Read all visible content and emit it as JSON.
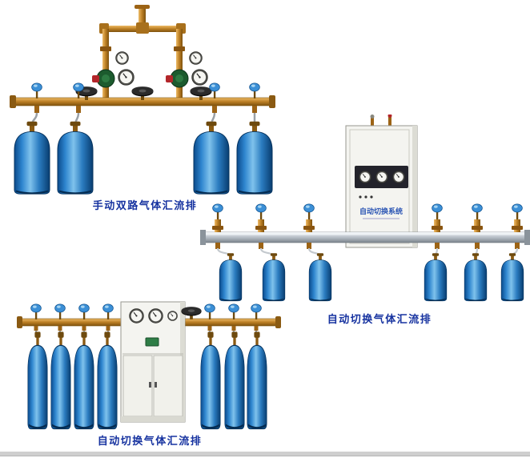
{
  "figures": [
    {
      "id": "manual-dual-manifold",
      "label": "手动双路气体汇流排"
    },
    {
      "id": "auto-switch-manifold-right",
      "label": "自动切换气体汇流排",
      "cabinet_text": "自动切换系统"
    },
    {
      "id": "auto-switch-manifold-bottom",
      "label": "自动切换气体汇流排"
    }
  ],
  "colors": {
    "label_text": "#1733a0",
    "cylinder_blue_dark": "#0a4a8c",
    "cylinder_blue_light": "#7fc2ec",
    "brass": "#bb7e24",
    "aluminum_bar": "#b6bec6",
    "cabinet_body": "#f4f4f0",
    "knob_blue": "#3b8fd6",
    "regulator_green": "#1c5b2e",
    "regulator_red": "#b3262a"
  },
  "icons": {
    "gas-cylinder": "blue bottle shape",
    "pressure-gauge": "round dial",
    "valve-handwheel": "black wheel",
    "cylinder-valve-knob": "blue teardrop knob",
    "control-cabinet": "white box"
  }
}
